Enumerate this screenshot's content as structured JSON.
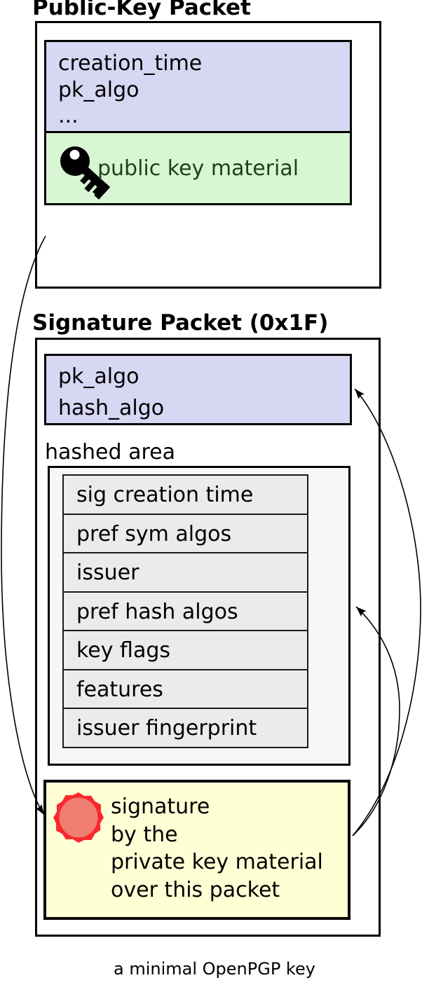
{
  "colors": {
    "lavender": "#d7d7f4",
    "green_bg": "#d9f6d4",
    "green_text": "#1b431b",
    "yellow": "#ffffd6",
    "hashed_bg": "#f7f7f7",
    "row_bg": "#ebebeb",
    "seal_ring": "#f9282d",
    "seal_inner": "#ef7d72"
  },
  "public_key_packet": {
    "title": "Public-Key Packet",
    "fields": [
      "creation_time",
      "pk_algo",
      "..."
    ],
    "material_label": "public key material",
    "material_icon": "key-icon"
  },
  "signature_packet": {
    "title": "Signature Packet (0x1F)",
    "fields": [
      "pk_algo",
      "hash_algo"
    ],
    "hashed_area_label": "hashed area",
    "subpackets": [
      "sig creation time",
      "pref sym algos",
      "issuer",
      "pref hash algos",
      "key flags",
      "features",
      "issuer fingerprint"
    ],
    "signature_lines": [
      "signature",
      "by the",
      "private key material",
      "over this packet"
    ],
    "signature_icon": "seal-icon"
  },
  "caption": "a minimal OpenPGP key"
}
